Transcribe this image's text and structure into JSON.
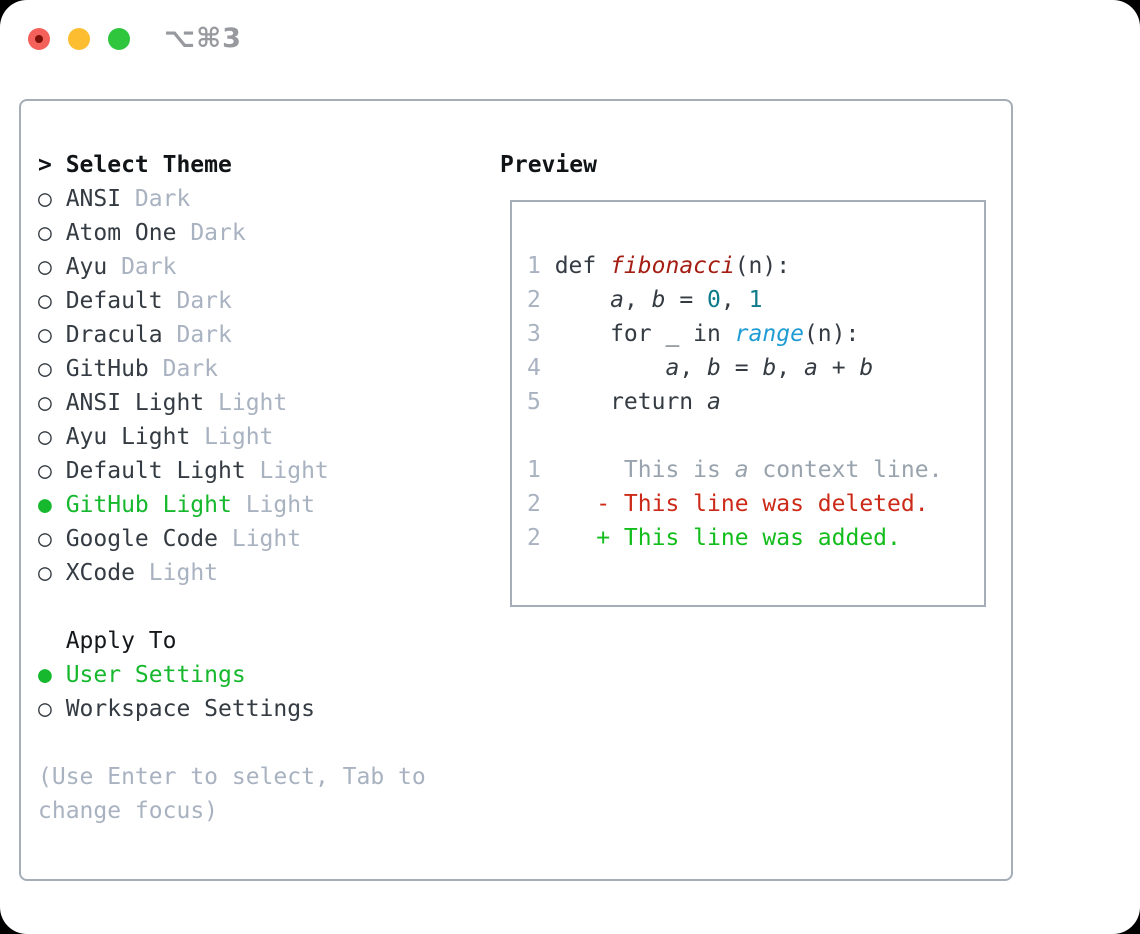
{
  "window": {
    "title": "⌥⌘3"
  },
  "picker": {
    "prompt": ">",
    "title": "Select Theme",
    "themes": [
      {
        "name": "ANSI",
        "variant": "Dark",
        "selected": false
      },
      {
        "name": "Atom One",
        "variant": "Dark",
        "selected": false
      },
      {
        "name": "Ayu",
        "variant": "Dark",
        "selected": false
      },
      {
        "name": "Default",
        "variant": "Dark",
        "selected": false
      },
      {
        "name": "Dracula",
        "variant": "Dark",
        "selected": false
      },
      {
        "name": "GitHub",
        "variant": "Dark",
        "selected": false
      },
      {
        "name": "ANSI Light",
        "variant": "Light",
        "selected": false
      },
      {
        "name": "Ayu Light",
        "variant": "Light",
        "selected": false
      },
      {
        "name": "Default Light",
        "variant": "Light",
        "selected": false
      },
      {
        "name": "GitHub Light",
        "variant": "Light",
        "selected": true
      },
      {
        "name": "Google Code",
        "variant": "Light",
        "selected": false
      },
      {
        "name": "XCode",
        "variant": "Light",
        "selected": false
      }
    ],
    "apply_to": {
      "title": "Apply To",
      "options": [
        {
          "name": "User Settings",
          "selected": true
        },
        {
          "name": "Workspace Settings",
          "selected": false
        }
      ]
    },
    "hint": "(Use Enter to select, Tab to change focus)"
  },
  "preview": {
    "title": "Preview",
    "lines": [
      {
        "num": "1",
        "segments": [
          [
            "def ",
            "plain"
          ],
          [
            "fibonacci",
            "func"
          ],
          [
            "(n):",
            "plain"
          ]
        ]
      },
      {
        "num": "2",
        "segments": [
          [
            "    ",
            "plain"
          ],
          [
            "a",
            "var"
          ],
          [
            ", ",
            "plain"
          ],
          [
            "b",
            "var"
          ],
          [
            " = ",
            "plain"
          ],
          [
            "0",
            "num"
          ],
          [
            ", ",
            "plain"
          ],
          [
            "1",
            "num"
          ]
        ]
      },
      {
        "num": "3",
        "segments": [
          [
            "    for _ in ",
            "plain"
          ],
          [
            "range",
            "call"
          ],
          [
            "(n):",
            "plain"
          ]
        ]
      },
      {
        "num": "4",
        "segments": [
          [
            "        ",
            "plain"
          ],
          [
            "a",
            "var"
          ],
          [
            ", ",
            "plain"
          ],
          [
            "b",
            "var"
          ],
          [
            " = ",
            "plain"
          ],
          [
            "b",
            "var"
          ],
          [
            ", ",
            "plain"
          ],
          [
            "a",
            "var"
          ],
          [
            " + ",
            "plain"
          ],
          [
            "b",
            "var"
          ]
        ]
      },
      {
        "num": "5",
        "segments": [
          [
            "    return ",
            "plain"
          ],
          [
            "a",
            "var"
          ]
        ]
      },
      {
        "num": "",
        "segments": []
      },
      {
        "num": "1",
        "segments": [
          [
            "     This is ",
            "ctx"
          ],
          [
            "a",
            "ctxi"
          ],
          [
            " context line.",
            "ctx"
          ]
        ]
      },
      {
        "num": "2",
        "segments": [
          [
            "   - This line was deleted.",
            "del"
          ]
        ]
      },
      {
        "num": "2",
        "segments": [
          [
            "   + This line was added.",
            "add"
          ]
        ]
      }
    ]
  },
  "colors": {
    "selection_green": "#16b82d",
    "added_green": "#13bd1c",
    "deleted_red": "#cc2a18",
    "function_red": "#a41e14",
    "number_teal": "#0d7b89",
    "call_blue": "#1f9cd4",
    "muted_gray": "#a9b2c0",
    "text_dark": "#343b42",
    "border_gray": "#a4adb8"
  },
  "icons": {
    "unselected_marker": "○",
    "selected_marker": "●"
  }
}
